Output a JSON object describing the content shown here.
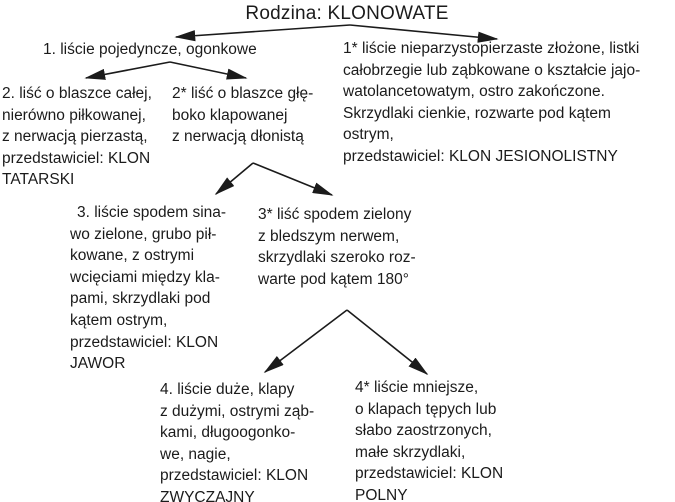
{
  "diagram": {
    "title": "Rodzina: KLONOWATE",
    "colors": {
      "text": "#1b1b1b",
      "background": "#ffffff"
    },
    "nodes": {
      "node1": {
        "lines": [
          "1. liście pojedyncze, ogonkowe"
        ]
      },
      "node1alt": {
        "lines": [
          "1* liście nieparzystopierzaste złożone, listki",
          "całobrzegie lub ząbkowane o kształcie jajo-",
          "watolancetowatym, ostro zakończone.",
          "Skrzydlaki cienkie, rozwarte pod kątem",
          "ostrym,",
          "przedstawiciel: KLON JESIONOLISTNY"
        ]
      },
      "node2": {
        "lines": [
          "2. liść o blaszce całej,",
          "nierówno piłkowanej,",
          "z nerwacją pierzastą,",
          "przedstawiciel: KLON",
          "TATARSKI"
        ]
      },
      "node2alt": {
        "lines": [
          "2* liść o blaszce głę-",
          "boko klapowanej",
          "z nerwacją dłonistą"
        ]
      },
      "node3": {
        "lines": [
          "3. liście spodem sina-",
          "wo zielone, grubo pił-",
          "kowane, z ostrymi",
          "wcięciami między kla-",
          "pami, skrzydlaki pod",
          "kątem ostrym,",
          "przedstawiciel: KLON",
          "JAWOR"
        ]
      },
      "node3alt": {
        "lines": [
          "3* liść spodem zielony",
          "z bledszym nerwem,",
          "skrzydlaki szeroko roz-",
          "warte pod kątem 180°"
        ]
      },
      "node4": {
        "lines": [
          "4. liście duże, klapy",
          "z dużymi, ostrymi ząb-",
          "kami, długoogonko-",
          "we, nagie,",
          "przedstawiciel: KLON",
          "ZWYCZAJNY"
        ]
      },
      "node4alt": {
        "lines": [
          "4* liście mniejsze,",
          "o klapach tępych lub",
          "słabo zaostrzonych,",
          "małe skrzydlaki,",
          "przedstawiciel: KLON",
          "POLNY"
        ]
      }
    }
  }
}
